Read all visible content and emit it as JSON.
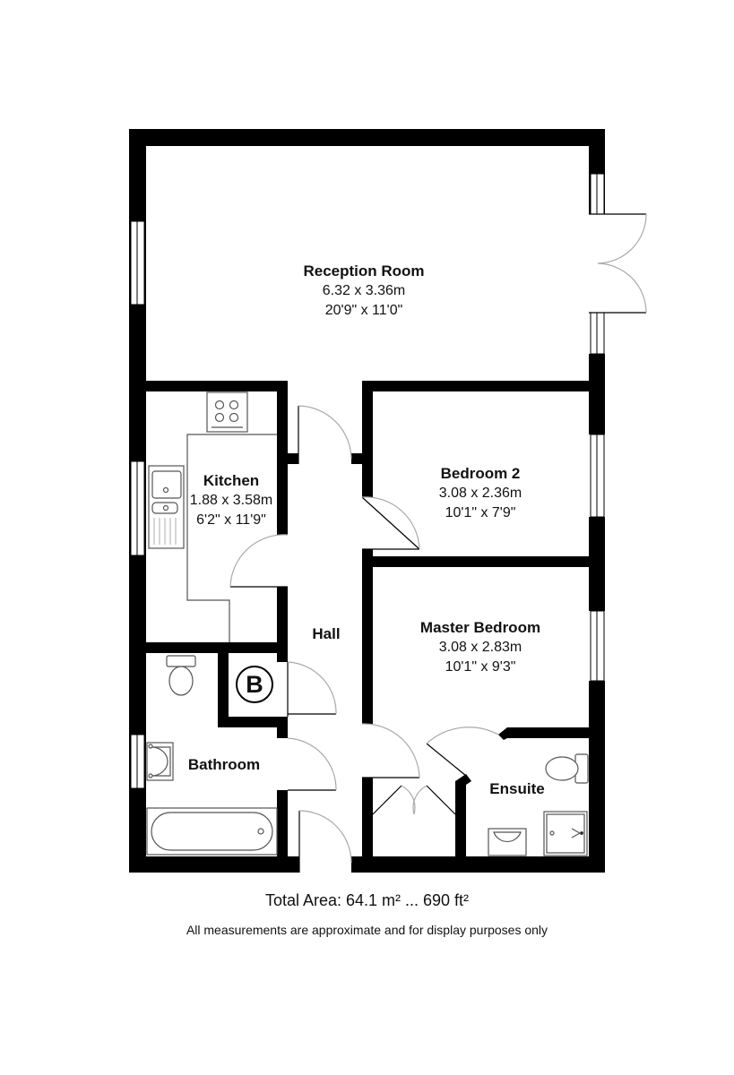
{
  "rooms": {
    "reception": {
      "name": "Reception Room",
      "metric": "6.32 x 3.36m",
      "imperial": "20'9\" x 11'0\""
    },
    "kitchen": {
      "name": "Kitchen",
      "metric": "1.88 x 3.58m",
      "imperial": "6'2\" x 11'9\""
    },
    "bedroom2": {
      "name": "Bedroom 2",
      "metric": "3.08 x 2.36m",
      "imperial": "10'1\" x 7'9\""
    },
    "master": {
      "name": "Master Bedroom",
      "metric": "3.08 x 2.83m",
      "imperial": "10'1\" x 9'3\""
    },
    "hall": {
      "name": "Hall"
    },
    "bathroom": {
      "name": "Bathroom"
    },
    "ensuite": {
      "name": "Ensuite"
    }
  },
  "boiler": {
    "symbol": "B"
  },
  "footer": {
    "total_area": "Total Area: 64.1 m² ... 690 ft²",
    "disclaimer": "All measurements are approximate and for display purposes only"
  },
  "colors": {
    "wall": "#000000",
    "fixture": "#555555",
    "door_arc": "#aaaaaa"
  }
}
